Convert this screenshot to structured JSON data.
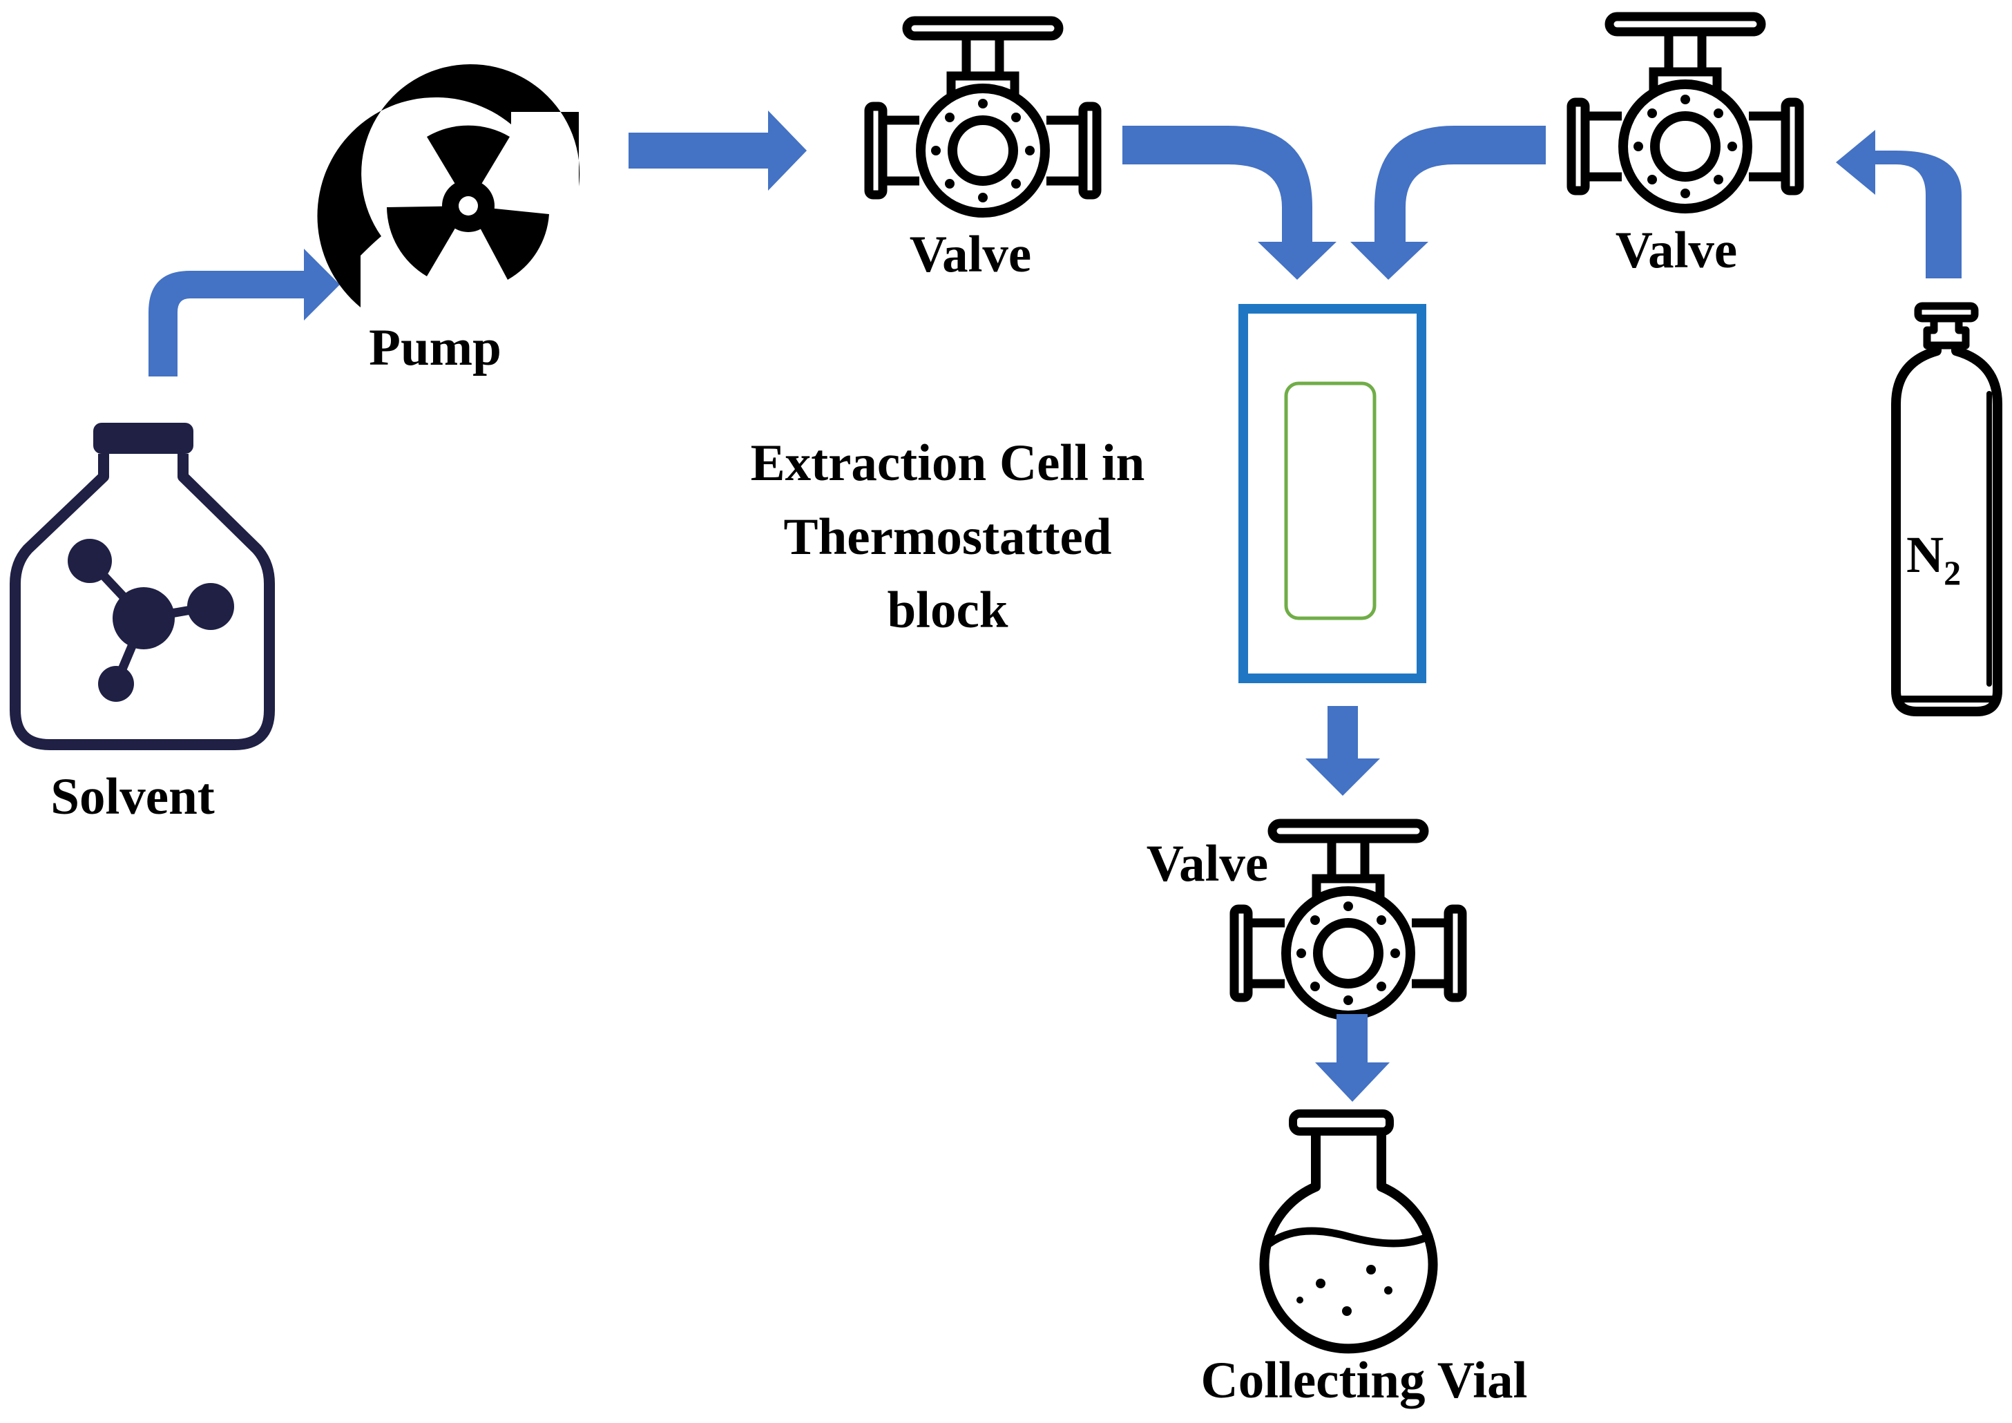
{
  "labels": {
    "solvent": "Solvent",
    "pump": "Pump",
    "valve_top": "Valve",
    "valve_right": "Valve",
    "valve_bottom": "Valve",
    "cell_line1": "Extraction Cell in",
    "cell_line2": "Thermostatted",
    "cell_line3": "block",
    "gas_symbol": "N",
    "gas_subscript": "2",
    "vial": "Collecting Vial"
  },
  "colors": {
    "arrow": "#4472c4",
    "cell_border": "#1f77c4",
    "cell_inner": "#70ad47",
    "bottle": "#1f2044",
    "ink": "#000000"
  },
  "icons": [
    "solvent-bottle-icon",
    "pump-icon",
    "valve-icon",
    "nitrogen-cylinder-icon",
    "flask-icon"
  ]
}
